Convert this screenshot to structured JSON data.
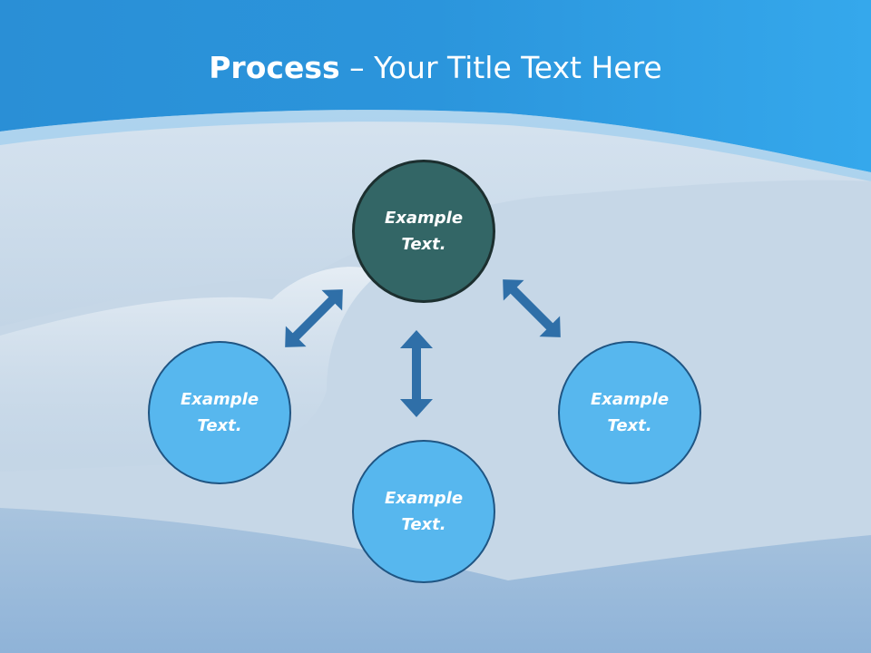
{
  "title": {
    "bold": "Process",
    "rest": " – Your Title Text Here"
  },
  "nodes": {
    "top": {
      "line1": "Example",
      "line2": "Text."
    },
    "left": {
      "line1": "Example",
      "line2": "Text."
    },
    "bottom": {
      "line1": "Example",
      "line2": "Text."
    },
    "right": {
      "line1": "Example",
      "line2": "Text."
    }
  },
  "colors": {
    "header": "#2f9de0",
    "center_node": "#336666",
    "outer_node": "#57b7ee",
    "arrow": "#2f6fa8",
    "node_border": "#1f5583"
  },
  "icons": {
    "connector": "double-headed-arrow"
  }
}
